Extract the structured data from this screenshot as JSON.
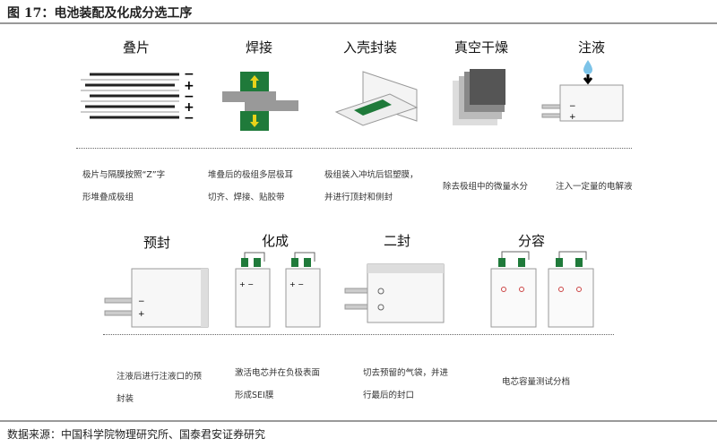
{
  "figure_title": "图 17：电池装配及化成分选工序",
  "row1": [
    {
      "step": "叠片",
      "desc": [
        "极片与隔膜按照“Z”字",
        "形堆叠成极组"
      ]
    },
    {
      "step": "焊接",
      "desc": [
        "堆叠后的极组多层极耳",
        "切齐、焊接、贴胶带"
      ]
    },
    {
      "step": "入壳封装",
      "desc": [
        "极组装入冲坑后铝塑膜，",
        "并进行顶封和侧封"
      ]
    },
    {
      "step": "真空干燥",
      "desc": [
        "除去极组中的微量水分"
      ]
    },
    {
      "step": "注液",
      "desc": [
        "注入一定量的电解液"
      ]
    }
  ],
  "row2": [
    {
      "step": "预封",
      "desc": [
        "注液后进行注液口的预",
        "封装"
      ]
    },
    {
      "step": "化成",
      "desc": [
        "激活电芯并在负极表面",
        "形成SEI膜"
      ]
    },
    {
      "step": "二封",
      "desc": [
        "切去预留的气袋，并进",
        "行最后的封口"
      ]
    },
    {
      "step": "分容",
      "desc": [
        "电芯容量测试分档"
      ]
    }
  ],
  "source": "数据来源：中国科学院物理研究所、国泰君安证券研究",
  "colors": {
    "tab_green": "#1f7a3a",
    "arrow_yellow": "#e8d21a",
    "rule": "#999999"
  }
}
